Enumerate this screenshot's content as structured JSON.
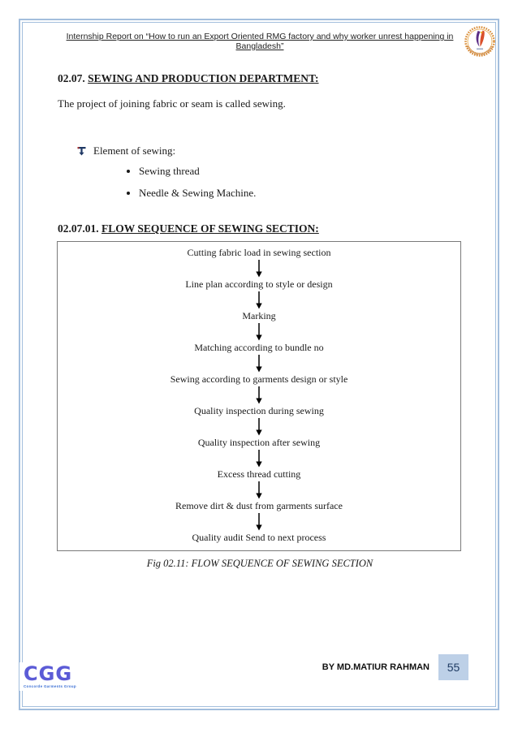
{
  "header": {
    "title": "Internship Report on “How to run an Export Oriented RMG factory and why worker unrest happening in Bangladesh”"
  },
  "sections": {
    "s1": {
      "number": "02.07.",
      "title": "SEWING AND PRODUCTION DEPARTMENT:"
    },
    "s1_paragraph": "The project of joining fabric or seam is called sewing.",
    "list": {
      "heading": "Element of sewing:",
      "items": [
        "Sewing thread",
        "Needle & Sewing Machine."
      ]
    },
    "s2": {
      "number": "02.07.01.",
      "title": "FLOW SEQUENCE OF SEWING SECTION:"
    }
  },
  "flowchart": {
    "steps": [
      "Cutting fabric load in sewing section",
      "Line plan according to style or design",
      "Marking",
      "Matching according to bundle no",
      "Sewing according to garments design or style",
      "Quality inspection during sewing",
      "Quality inspection after sewing",
      "Excess thread cutting",
      "Remove dirt & dust from garments surface",
      "Quality audit Send to next process"
    ],
    "caption": "Fig 02.11: FLOW SEQUENCE OF SEWING SECTION"
  },
  "footer": {
    "author": "BY MD.MATIUR RAHMAN",
    "page_number": "55"
  },
  "cgg_logo": {
    "text": "CGG",
    "tagline": "Concorde Garments Group"
  },
  "colors": {
    "border_blue": "#a3bedd",
    "pagenum_bg": "#bdd0e7",
    "flowbox_border": "#7a7a7a",
    "cgg_purple": "#5b5bd6",
    "emblem_orange": "#d98e3a",
    "emblem_purple": "#5b2d86",
    "emblem_red": "#d94f2b"
  }
}
